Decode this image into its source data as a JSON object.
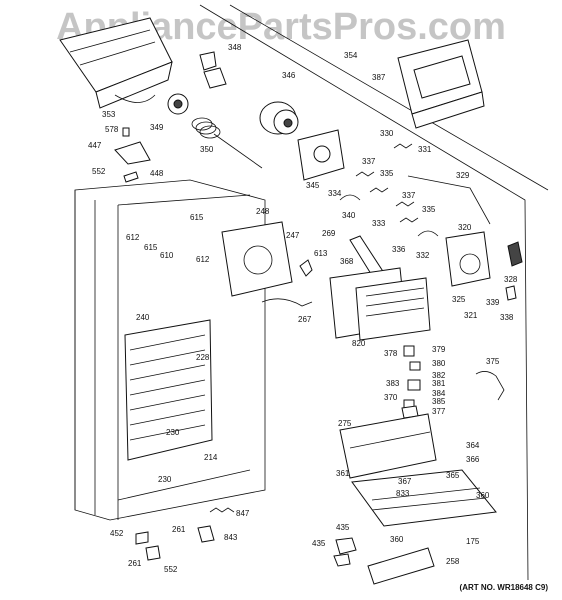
{
  "watermark": "AppliancePartsPros.com",
  "art_number": "(ART NO. WR18648 C9)",
  "callouts": [
    {
      "id": "c348",
      "label": "348"
    },
    {
      "id": "c346",
      "label": "346"
    },
    {
      "id": "c354",
      "label": "354"
    },
    {
      "id": "c387",
      "label": "387"
    },
    {
      "id": "c353",
      "label": "353"
    },
    {
      "id": "c578",
      "label": "578"
    },
    {
      "id": "c349",
      "label": "349"
    },
    {
      "id": "c350",
      "label": "350"
    },
    {
      "id": "c447",
      "label": "447"
    },
    {
      "id": "c552a",
      "label": "552"
    },
    {
      "id": "c448",
      "label": "448"
    },
    {
      "id": "c330",
      "label": "330"
    },
    {
      "id": "c331",
      "label": "331"
    },
    {
      "id": "c337a",
      "label": "337"
    },
    {
      "id": "c345",
      "label": "345"
    },
    {
      "id": "c335a",
      "label": "335"
    },
    {
      "id": "c329",
      "label": "329"
    },
    {
      "id": "c334",
      "label": "334"
    },
    {
      "id": "c340",
      "label": "340"
    },
    {
      "id": "c333",
      "label": "333"
    },
    {
      "id": "c337b",
      "label": "337"
    },
    {
      "id": "c335b",
      "label": "335"
    },
    {
      "id": "c248",
      "label": "248"
    },
    {
      "id": "c612a",
      "label": "612"
    },
    {
      "id": "c615a",
      "label": "615"
    },
    {
      "id": "c615b",
      "label": "615"
    },
    {
      "id": "c610",
      "label": "610"
    },
    {
      "id": "c612b",
      "label": "612"
    },
    {
      "id": "c247",
      "label": "247"
    },
    {
      "id": "c613",
      "label": "613"
    },
    {
      "id": "c269",
      "label": "269"
    },
    {
      "id": "c336",
      "label": "336"
    },
    {
      "id": "c320",
      "label": "320"
    },
    {
      "id": "c332",
      "label": "332"
    },
    {
      "id": "c368",
      "label": "368"
    },
    {
      "id": "c328",
      "label": "328"
    },
    {
      "id": "c325",
      "label": "325"
    },
    {
      "id": "c339",
      "label": "339"
    },
    {
      "id": "c321",
      "label": "321"
    },
    {
      "id": "c338",
      "label": "338"
    },
    {
      "id": "c267",
      "label": "267"
    },
    {
      "id": "c240",
      "label": "240"
    },
    {
      "id": "c820",
      "label": "820"
    },
    {
      "id": "c228",
      "label": "228"
    },
    {
      "id": "c378",
      "label": "378"
    },
    {
      "id": "c379",
      "label": "379"
    },
    {
      "id": "c380",
      "label": "380"
    },
    {
      "id": "c375",
      "label": "375"
    },
    {
      "id": "c382",
      "label": "382"
    },
    {
      "id": "c383",
      "label": "383"
    },
    {
      "id": "c381",
      "label": "381"
    },
    {
      "id": "c384",
      "label": "384"
    },
    {
      "id": "c385",
      "label": "385"
    },
    {
      "id": "c370",
      "label": "370"
    },
    {
      "id": "c377",
      "label": "377"
    },
    {
      "id": "c275",
      "label": "275"
    },
    {
      "id": "c230a",
      "label": "230"
    },
    {
      "id": "c214",
      "label": "214"
    },
    {
      "id": "c364",
      "label": "364"
    },
    {
      "id": "c366",
      "label": "366"
    },
    {
      "id": "c361",
      "label": "361"
    },
    {
      "id": "c365",
      "label": "365"
    },
    {
      "id": "c230b",
      "label": "230"
    },
    {
      "id": "c367",
      "label": "367"
    },
    {
      "id": "c833",
      "label": "833"
    },
    {
      "id": "c360a",
      "label": "360"
    },
    {
      "id": "c847",
      "label": "847"
    },
    {
      "id": "c452",
      "label": "452"
    },
    {
      "id": "c261a",
      "label": "261"
    },
    {
      "id": "c843",
      "label": "843"
    },
    {
      "id": "c435a",
      "label": "435"
    },
    {
      "id": "c360b",
      "label": "360"
    },
    {
      "id": "c175",
      "label": "175"
    },
    {
      "id": "c261b",
      "label": "261"
    },
    {
      "id": "c552b",
      "label": "552"
    },
    {
      "id": "c435b",
      "label": "435"
    },
    {
      "id": "c258",
      "label": "258"
    }
  ]
}
